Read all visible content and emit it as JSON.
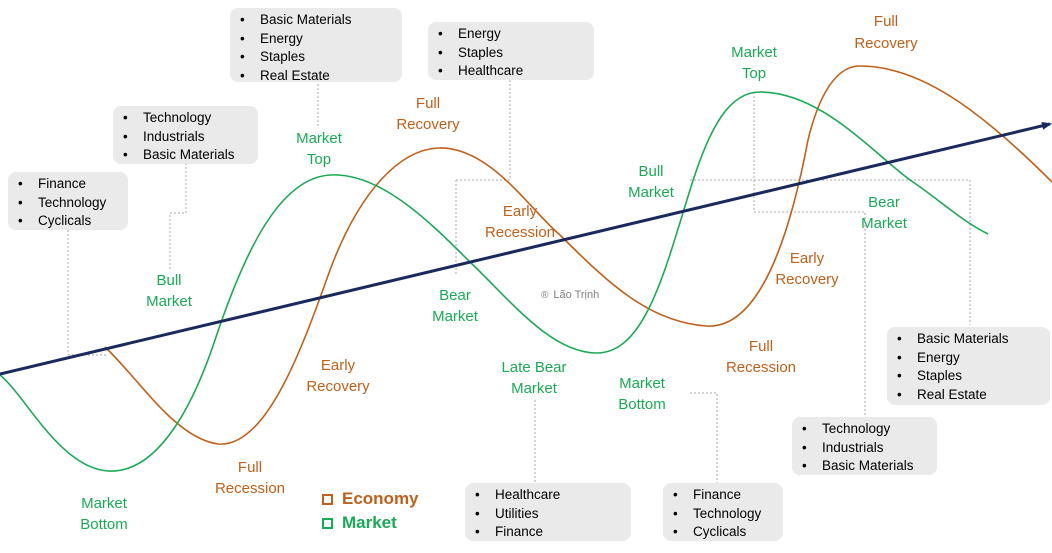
{
  "colors": {
    "market": "#1aaa55",
    "economy": "#c0601a",
    "trend": "#1b2a5c",
    "box": "#eaeaea"
  },
  "legend": {
    "economy": "Economy",
    "market": "Market"
  },
  "watermark": {
    "symbol": "®",
    "text": "Lão Trịnh"
  },
  "labels": {
    "market_bottom_1": [
      "Market",
      "Bottom"
    ],
    "bull_market_1": [
      "Bull",
      "Market"
    ],
    "market_top_1": [
      "Market",
      "Top"
    ],
    "bear_market_1": [
      "Bear",
      "Market"
    ],
    "late_bear_market": [
      "Late Bear",
      "Market"
    ],
    "market_bottom_2": [
      "Market",
      "Bottom"
    ],
    "bull_market_2": [
      "Bull",
      "Market"
    ],
    "market_top_2": [
      "Market",
      "Top"
    ],
    "bear_market_2": [
      "Bear",
      "Market"
    ],
    "full_recession_1": [
      "Full",
      "Recession"
    ],
    "early_recovery_1": [
      "Early",
      "Recovery"
    ],
    "full_recovery_1": [
      "Full",
      "Recovery"
    ],
    "early_recession_1": [
      "Early",
      "Recession"
    ],
    "full_recession_2": [
      "Full",
      "Recession"
    ],
    "early_recovery_2": [
      "Early",
      "Recovery"
    ],
    "full_recovery_2": [
      "Full",
      "Recovery"
    ]
  },
  "sector_boxes": {
    "b1": [
      "Finance",
      "Technology",
      "Cyclicals"
    ],
    "b2": [
      "Technology",
      "Industrials",
      "Basic Materials"
    ],
    "b3": [
      "Basic Materials",
      "Energy",
      "Staples",
      "Real Estate"
    ],
    "b4": [
      "Energy",
      "Staples",
      "Healthcare"
    ],
    "b5": [
      "Healthcare",
      "Utilities",
      "Finance"
    ],
    "b6": [
      "Finance",
      "Technology",
      "Cyclicals"
    ],
    "b7": [
      "Technology",
      "Industrials",
      "Basic Materials"
    ],
    "b8": [
      "Basic Materials",
      "Energy",
      "Staples",
      "Real Estate"
    ]
  }
}
